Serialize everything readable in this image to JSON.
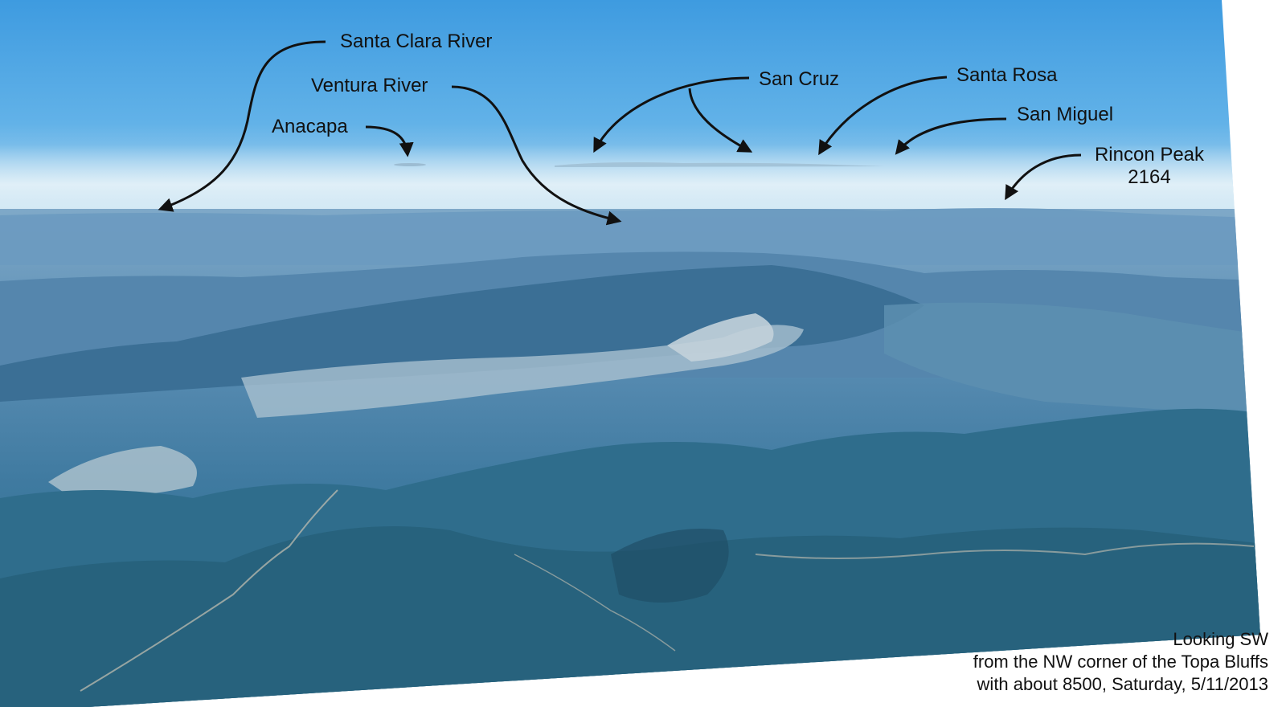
{
  "labels": {
    "santa_clara_river": "Santa Clara River",
    "ventura_river": "Ventura River",
    "anacapa": "Anacapa",
    "san_cruz": "San Cruz",
    "santa_rosa": "Santa Rosa",
    "san_miguel": "San Miguel",
    "rincon_peak": "Rincon Peak",
    "rincon_peak_elevation": "2164"
  },
  "caption": {
    "line1": "Looking SW",
    "line2": "from the NW corner of the Topa Bluffs",
    "line3": "with about 8500, Saturday, 5/11/2013"
  },
  "colors": {
    "sky_top": "#3e9be0",
    "sky_horizon": "#cfe6f3",
    "haze": "#d9ecf5",
    "far_hills": "#5f95be",
    "mid_hills": "#3f7aa5",
    "near_hills": "#2a6689",
    "valley_town": "#a8c0cf",
    "trail": "#c9c5b8",
    "arrow": "#111111"
  }
}
